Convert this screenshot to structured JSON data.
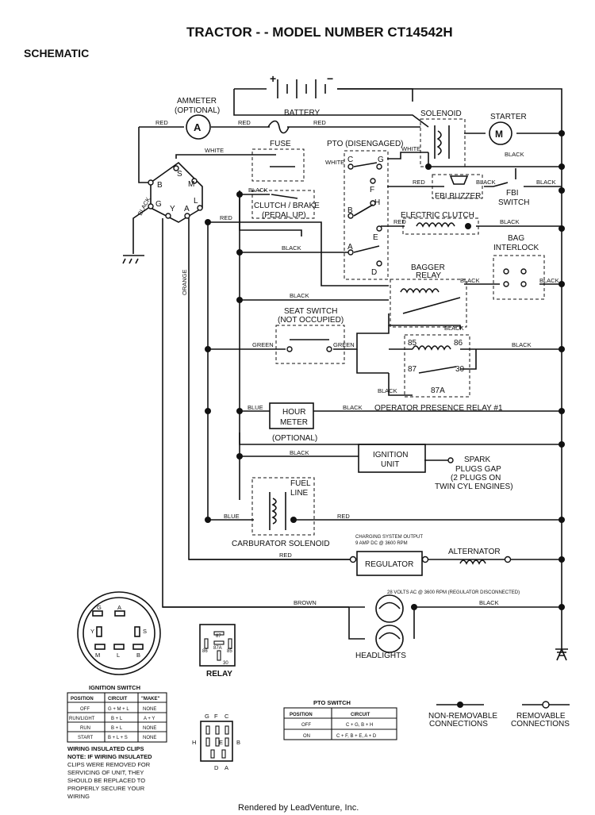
{
  "header": {
    "title": "TRACTOR - - MODEL NUMBER CT14542H",
    "section": "SCHEMATIC"
  },
  "components": {
    "ammeter": "AMMETER",
    "ammeter_opt": "(OPTIONAL)",
    "ammeter_symbol": "A",
    "battery": "BATTERY",
    "battery_plus": "+",
    "battery_minus": "−",
    "solenoid": "SOLENOID",
    "starter": "STARTER",
    "starter_symbol": "M",
    "fuse": "FUSE",
    "pto": "PTO (DISENGAGED)",
    "clutch_brake_1": "CLUTCH / BRAKE",
    "clutch_brake_2": "(PEDAL UP)",
    "fbi_buzzer": "FBI BUZZER",
    "fbi_switch_1": "FBI",
    "fbi_switch_2": "SWITCH",
    "electric_clutch": "ELECTRIC CLUTCH",
    "bag_interlock_1": "BAG",
    "bag_interlock_2": "INTERLOCK",
    "bagger_relay_1": "BAGGER",
    "bagger_relay_2": "RELAY",
    "seat_switch_1": "SEAT SWITCH",
    "seat_switch_2": "(NOT OCCUPIED)",
    "operator_relay": "OPERATOR PRESENCE RELAY #1",
    "hour_meter_1": "HOUR",
    "hour_meter_2": "METER",
    "hour_meter_opt": "(OPTIONAL)",
    "ignition_unit_1": "IGNITION",
    "ignition_unit_2": "UNIT",
    "spark_1": "SPARK",
    "spark_2": "PLUGS GAP",
    "spark_3": "(2 PLUGS ON",
    "spark_4": "TWIN CYL ENGINES)",
    "fuel_line_1": "FUEL",
    "fuel_line_2": "LINE",
    "carb_solenoid": "CARBURATOR SOLENOID",
    "charging_1": "CHARGING SYSTEM OUTPUT",
    "charging_2": "9 AMP DC @ 3600 RPM",
    "regulator": "REGULATOR",
    "alternator": "ALTERNATOR",
    "ac_note": "28 VOLTS AC @ 3600 RPM (REGULATOR DISCONNECTED)",
    "headlights": "HEADLIGHTS",
    "relay_label": "RELAY"
  },
  "wires": {
    "red": "RED",
    "white": "WHITE",
    "black": "BLACK",
    "green": "GREEN",
    "blue": "BLUE",
    "brown": "BROWN",
    "orange": "ORANGE"
  },
  "terminals": {
    "ign_S": "S",
    "ign_M": "M",
    "ign_B": "B",
    "ign_L": "L",
    "ign_G": "G",
    "ign_Y": "Y",
    "ign_A": "A",
    "pto_C": "C",
    "pto_G": "G",
    "pto_F": "F",
    "pto_H": "H",
    "pto_B": "B",
    "pto_E": "E",
    "pto_A": "A",
    "pto_D": "D",
    "r85": "85",
    "r86": "86",
    "r87": "87",
    "r30": "30",
    "r87a": "87A"
  },
  "relay_pins": {
    "p87": "87",
    "p86": "86",
    "p87a": "87A",
    "p85": "85",
    "p30": "30"
  },
  "switch_face": {
    "g": "G",
    "a": "A",
    "y": "Y",
    "s": "S",
    "m": "M",
    "l": "L",
    "b": "B"
  },
  "ignition_table": {
    "title": "IGNITION SWITCH",
    "headers": [
      "POSITION",
      "CIRCUIT",
      "\"MAKE\""
    ],
    "rows": [
      [
        "OFF",
        "G + M + L",
        "NONE"
      ],
      [
        "RUN/LIGHT",
        "B + L",
        "A + Y"
      ],
      [
        "RUN",
        "B + L",
        "NONE"
      ],
      [
        "START",
        "B + L + S",
        "NONE"
      ]
    ]
  },
  "pto_table": {
    "title": "PTO SWITCH",
    "headers": [
      "POSITION",
      "CIRCUIT"
    ],
    "rows": [
      [
        "OFF",
        "C + G, B + H"
      ],
      [
        "ON",
        "C + F, B + E, A + D"
      ]
    ]
  },
  "pto_face": {
    "g": "G",
    "f": "F",
    "c": "C",
    "h": "H",
    "e": "E",
    "b": "B",
    "d": "D",
    "a": "A"
  },
  "legend": {
    "non_removable_1": "NON-REMOVABLE",
    "non_removable_2": "CONNECTIONS",
    "removable_1": "REMOVABLE",
    "removable_2": "CONNECTIONS"
  },
  "note": {
    "title": "WIRING INSULATED CLIPS",
    "l1": "NOTE: IF WIRING INSULATED",
    "l2": "CLIPS WERE REMOVED FOR",
    "l3": "SERVICING OF UNIT, THEY",
    "l4": "SHOULD BE REPLACED TO",
    "l5": "PROPERLY SECURE YOUR",
    "l6": "WIRING"
  },
  "footer": "Rendered by LeadVenture, Inc."
}
